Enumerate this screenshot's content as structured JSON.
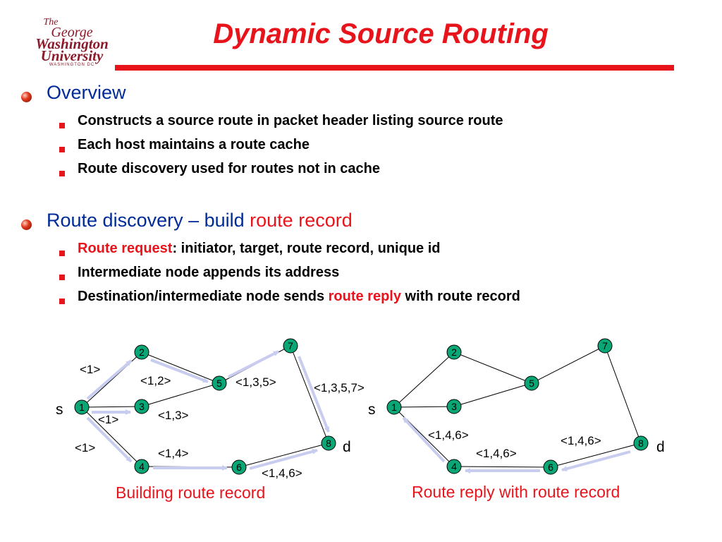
{
  "logo": {
    "line1": "The",
    "line2": "George",
    "line3": "Washington",
    "line4": "University",
    "line5": "WASHINGTON DC"
  },
  "title": "Dynamic Source Routing",
  "colors": {
    "title": "#e8141c",
    "heading": "#002b99",
    "highlight": "#e8141c",
    "node_fill": "#0aa676",
    "arrow": "#c8cdf0"
  },
  "overview": {
    "heading": "Overview",
    "items": [
      "Constructs a source route in packet header listing source route",
      "Each host maintains a route cache",
      "Route discovery used for routes not in cache"
    ]
  },
  "discovery": {
    "heading_part1": "Route discovery – build ",
    "heading_part2": "route record",
    "item1_red": "Route request",
    "item1_rest": ": initiator, target, route record, unique id",
    "item2": "Intermediate node appends its address",
    "item3_part1": "Destination/intermediate node sends ",
    "item3_red": "route reply",
    "item3_part2": " with route record"
  },
  "diagram_left": {
    "caption": "Building route record",
    "source_label": "s",
    "dest_label": "d",
    "nodes": [
      "1",
      "2",
      "3",
      "4",
      "5",
      "6",
      "7",
      "8"
    ],
    "edge_labels": [
      "<1>",
      "<1,2>",
      "<1,3,5>",
      "<1,3,5,7>",
      "<1>",
      "<1,3>",
      "<1>",
      "<1,4>",
      "<1,4,6>"
    ]
  },
  "diagram_right": {
    "caption": "Route reply with route record",
    "source_label": "s",
    "dest_label": "d",
    "nodes": [
      "1",
      "2",
      "3",
      "4",
      "5",
      "6",
      "7",
      "8"
    ],
    "edge_labels": [
      "<1,4,6>",
      "<1,4,6>",
      "<1,4,6>"
    ]
  }
}
